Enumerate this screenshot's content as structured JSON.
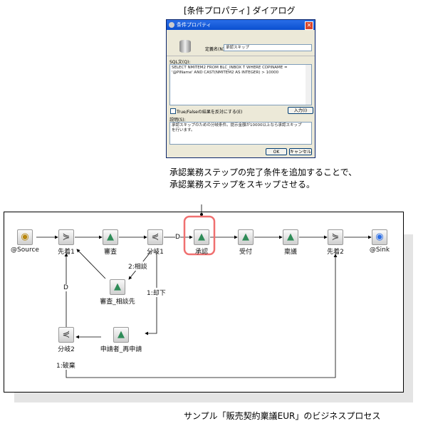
{
  "dialog_caption": "[条件プロパティ] ダイアログ",
  "dialog": {
    "title": "条件プロパティ",
    "close_label": "✕",
    "name_label": "定義名(N):",
    "name_value": "承認スキップ",
    "sql_label": "SQL文(Q):",
    "sql_value": "SELECT NMITEM2 FROM BLC_INBOX T WHERE CDPINAME = '@PIName' AND CAST(NMITEM2 AS INTEGER) > 10000",
    "invert_label": "True/Falseの結果を反対にする(E)",
    "invert_checked": false,
    "input_button": "入力(I)",
    "desc_label": "説明(S):",
    "desc_value": "承認スキップのための分岐条件。提示金額が10000以上なら承認スキップを行います。",
    "ok": "OK",
    "cancel": "キャンセル"
  },
  "annotation": {
    "line1": "承認業務ステップの完了条件を追加することで、",
    "line2": "承認業務ステップをスキップさせる。"
  },
  "process": {
    "nodes": [
      {
        "id": "source",
        "label": "@Source",
        "icon": "source-icon"
      },
      {
        "id": "join1",
        "label": "先着1",
        "icon": "join-icon"
      },
      {
        "id": "review",
        "label": "審査",
        "icon": "task-icon"
      },
      {
        "id": "branch1",
        "label": "分岐1",
        "icon": "branch-icon"
      },
      {
        "id": "approve",
        "label": "承認",
        "icon": "task-icon"
      },
      {
        "id": "accept",
        "label": "受付",
        "icon": "task-icon"
      },
      {
        "id": "ringi",
        "label": "稟議",
        "icon": "task-icon"
      },
      {
        "id": "join2",
        "label": "先着2",
        "icon": "join-icon"
      },
      {
        "id": "sink",
        "label": "@Sink",
        "icon": "sink-icon"
      },
      {
        "id": "consult",
        "label": "審査_相談先",
        "icon": "task-icon"
      },
      {
        "id": "reapply",
        "label": "申請者_再申請",
        "icon": "task-icon"
      },
      {
        "id": "branch2",
        "label": "分岐2",
        "icon": "branch-icon"
      }
    ],
    "edge_labels": {
      "d1": "D",
      "consult": "2:相談",
      "reject": "1:却下",
      "d2": "D",
      "discard": "1:破棄"
    },
    "highlight_color": "#f07070"
  },
  "footer_caption": "サンプル「販売契約稟議EUR」のビジネスプロセス"
}
